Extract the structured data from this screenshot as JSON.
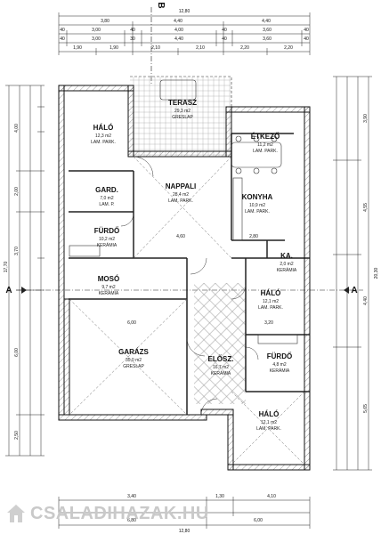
{
  "rooms": {
    "terasz": {
      "name": "TERASZ",
      "area": "29,3 m2",
      "floor": "GRESLAP"
    },
    "halo1": {
      "name": "HÁLÓ",
      "area": "12,3 m2",
      "floor": "LAM. PARK."
    },
    "etkezo": {
      "name": "ÉTKEZŐ",
      "area": "11,2 m2",
      "floor": "LAM. PARK."
    },
    "nappali": {
      "name": "NAPPALI",
      "area": "28,4 m2",
      "floor": "LAM. PARK."
    },
    "konyha": {
      "name": "KONYHA",
      "area": "10,9 m2",
      "floor": "LAM. PARK."
    },
    "gard": {
      "name": "GARD.",
      "area": "7,0 m2",
      "floor": "LAM. P."
    },
    "furdo1": {
      "name": "FÜRDŐ",
      "area": "10,2 m2",
      "floor": "KERÁMIA"
    },
    "ka": {
      "name": "KA.",
      "area": "2,0 m2",
      "floor": "KERÁMIA"
    },
    "moso": {
      "name": "MOSÓ",
      "area": "9,7 m2",
      "floor": "KERÁMIA"
    },
    "halo2": {
      "name": "HÁLÓ",
      "area": "12,1 m2",
      "floor": "LAM. PARK."
    },
    "garazs": {
      "name": "GARÁZS",
      "area": "35,0 m2",
      "floor": "GRESLAP"
    },
    "elosz": {
      "name": "ELŐSZ.",
      "area": "16,7 m2",
      "floor": "KERÁMIA"
    },
    "furdo2": {
      "name": "FÜRDŐ",
      "area": "4,8 m2",
      "floor": "KERÁMIA"
    },
    "halo3": {
      "name": "HÁLÓ",
      "area": "12,1 m2",
      "floor": "LAM. PARK."
    }
  },
  "section_marks": {
    "a": "A",
    "b": "B"
  },
  "dims_top": {
    "overall": "12,80",
    "row1": [
      "3,80",
      "4,40",
      "4,40"
    ],
    "row2": [
      "40",
      "3,00",
      "40",
      "4,00",
      "40",
      "3,60",
      "40"
    ],
    "row3": [
      "40",
      "3,00",
      "30",
      "4,40",
      "40",
      "3,60",
      "40"
    ],
    "row4": [
      "1,90",
      "1,90",
      "2,10",
      "2,10",
      "2,20",
      "2,20"
    ]
  },
  "dims_left": {
    "overall": "17,70",
    "row": [
      "4,00",
      "2,00",
      "3,70",
      "6,00",
      "2,50"
    ]
  },
  "dims_right": {
    "overall": "20,30",
    "row": [
      "3,90",
      "4,55",
      "4,40",
      "5,65"
    ]
  },
  "dims_bottom": {
    "overall": "12,80",
    "row1": [
      "3,40",
      "1,30",
      "4,10"
    ],
    "row2": [
      "6,80",
      "6,00"
    ]
  },
  "dims_inner": {
    "nappali_w": "4,60",
    "konyha_w": "2,80",
    "moso_w": "6,00",
    "halo2_w": "3,20"
  },
  "watermark": "CSALADIHAZAK.HU"
}
